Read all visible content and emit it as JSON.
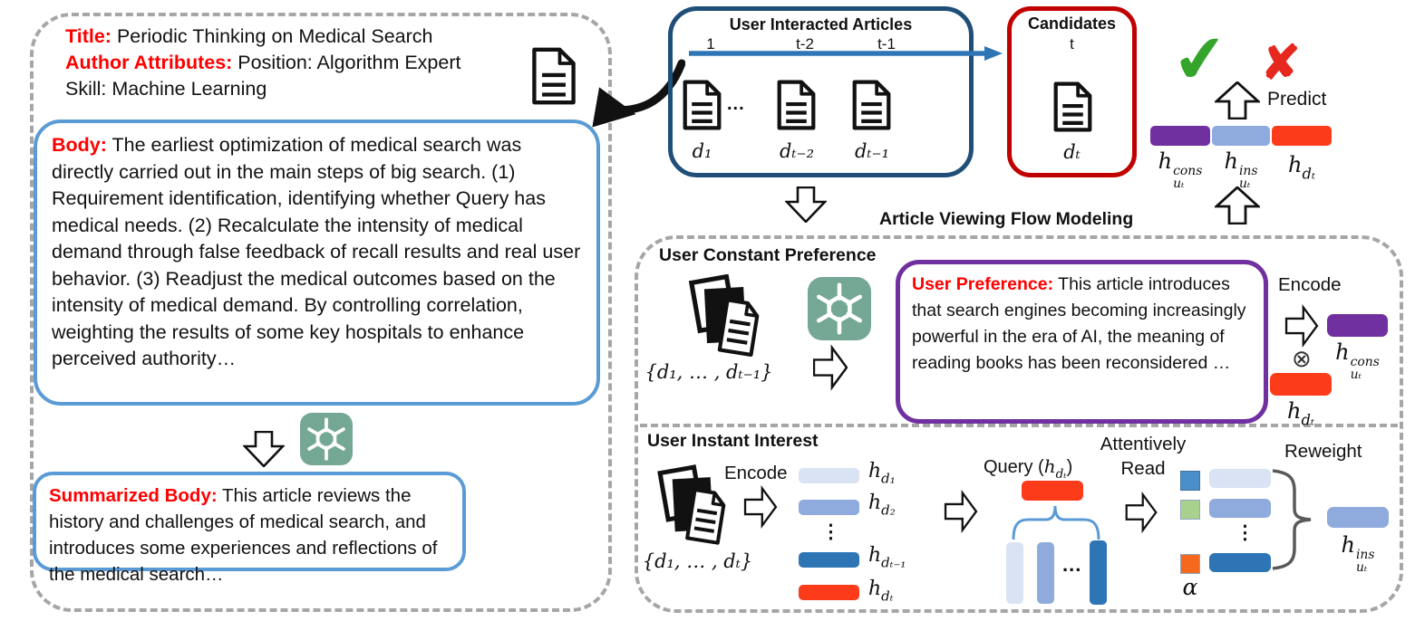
{
  "colors": {
    "panel_dash": "#a6a6a6",
    "box_blue": "#5b9bd5",
    "box_navy": "#1f4e79",
    "box_red": "#c00000",
    "box_purple": "#7030a0",
    "label_red": "#ff0000",
    "bar_purple": "#7030a0",
    "bar_periwinkle": "#8faadc",
    "bar_red": "#fb3b1a",
    "bar_lightblue": "#dae3f3",
    "bar_darkblue": "#2e75b6",
    "square_blue": "#4a8fc7",
    "square_green": "#a9d18e",
    "square_orange": "#f4691e",
    "gpt_teal": "#74a895",
    "check_green": "#35a42a",
    "cross_red": "#e6281e",
    "arrow_blue": "#2e75b6"
  },
  "left": {
    "title_label": "Title:",
    "title_value": " Periodic Thinking on Medical Search",
    "author_label": "Author Attributes:",
    "author_value": " Position: Algorithm Expert",
    "skill_line": "Skill: Machine Learning",
    "body_label": "Body:",
    "body_value": " The earliest optimization of medical search was directly carried out in the main steps of big search. (1) Requirement identification, identifying whether Query has medical needs. (2) Recalculate the intensity of medical demand through false feedback of recall results and real user behavior. (3) Readjust the medical outcomes based on the intensity of medical demand. By controlling correlation, weighting the results of some key hospitals to enhance perceived authority…",
    "summary_label": "Summarized Body:",
    "summary_value": " This article reviews the history and challenges of medical search, and introduces some experiences and reflections of the medical search…"
  },
  "interacted": {
    "title": "User Interacted Articles",
    "tick_1": "1",
    "tick_2": "t-2",
    "tick_3": "t-1",
    "ellipsis": "...",
    "doc_1": "d₁",
    "doc_2": "dₜ₋₂",
    "doc_3": "dₜ₋₁"
  },
  "candidates": {
    "title": "Candidates",
    "tick": "t",
    "doc": "dₜ"
  },
  "predict": {
    "check": "✔",
    "cross": "✘",
    "label": "Predict",
    "h_cons_base": "h",
    "h_cons_sup": "cons",
    "h_cons_sub": "uₜ",
    "h_ins_base": "h",
    "h_ins_sup": "ins",
    "h_ins_sub": "uₜ",
    "h_d_base": "h",
    "h_d_sub": "dₜ"
  },
  "flow_title": "Article Viewing Flow Modeling",
  "constant": {
    "title": "User Constant Preference",
    "docs_set": "{d₁, … , dₜ₋₁}",
    "pref_label": "User Preference:",
    "pref_value": " This article introduces that search engines becoming increasingly powerful in the era of AI, the meaning of reading books has been reconsidered …",
    "encode_label": "Encode",
    "otimes": "⊗",
    "h_cons_base": "h",
    "h_cons_sup": "cons",
    "h_cons_sub": "uₜ",
    "h_d_base": "h",
    "h_d_sub": "dₜ"
  },
  "instant": {
    "title": "User Instant Interest",
    "docs_set": "{d₁, … , dₜ}",
    "encode_label": "Encode",
    "h_d1_base": "h",
    "h_d1_sub": "d₁",
    "h_d2_base": "h",
    "h_d2_sub": "d₂",
    "h_dt1_base": "h",
    "h_dt1_sub": "dₜ₋₁",
    "h_dt_base": "h",
    "h_dt_sub": "dₜ",
    "vdots": "⋮",
    "hdots": "...",
    "query_prefix": "Query (",
    "query_h": "h",
    "query_sub": "dₜ",
    "query_suffix": ")",
    "attentively": "Attentively",
    "read": "Read",
    "alpha": "α",
    "reweight": "Reweight",
    "h_ins_base": "h",
    "h_ins_sup": "ins",
    "h_ins_sub": "uₜ"
  }
}
